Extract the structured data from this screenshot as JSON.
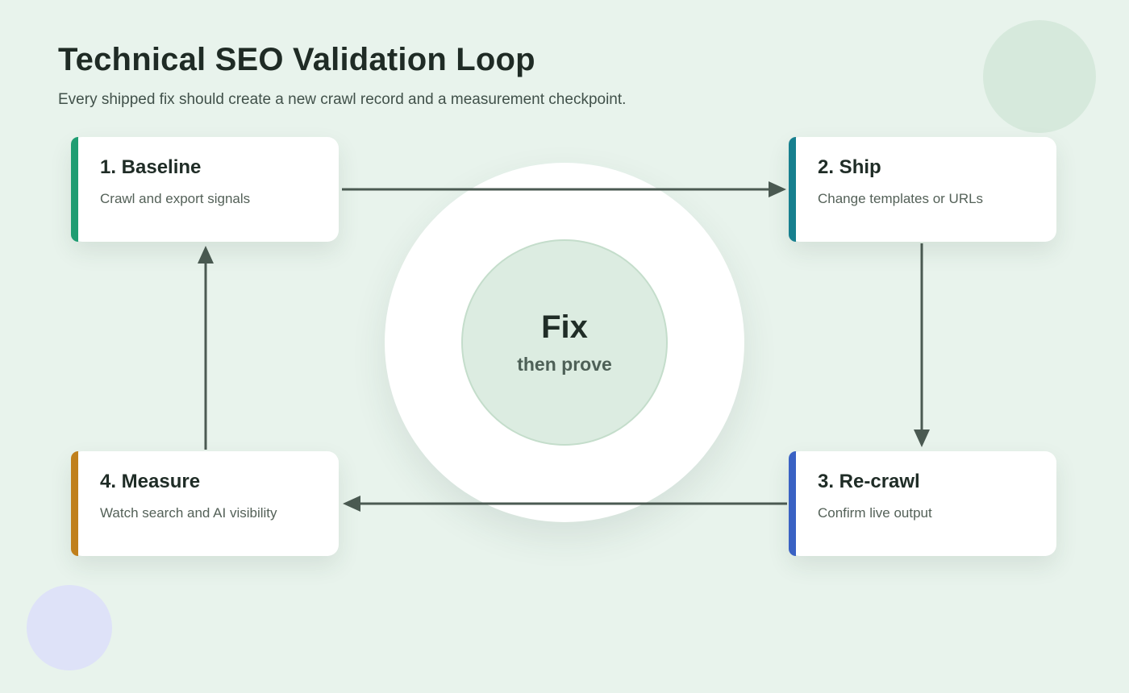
{
  "page": {
    "title": "Technical SEO Validation Loop",
    "subtitle": "Every shipped fix should create a new crawl record and a measurement checkpoint."
  },
  "center": {
    "title": "Fix",
    "subtitle": "then prove"
  },
  "cards": [
    {
      "title": "1. Baseline",
      "description": "Crawl and export signals",
      "accent": "#1f9d72"
    },
    {
      "title": "2. Ship",
      "description": "Change templates or URLs",
      "accent": "#17808f"
    },
    {
      "title": "3. Re-crawl",
      "description": "Confirm live output",
      "accent": "#3a62c4"
    },
    {
      "title": "4. Measure",
      "description": "Watch search and AI visibility",
      "accent": "#c0801c"
    }
  ],
  "colors": {
    "background": "#e8f3ec",
    "arrow": "#4b5a52",
    "deco_circle_top": "#d6e9dc",
    "deco_circle_bottom": "#dee2f8",
    "inner_circle_fill": "#dcece1",
    "inner_circle_border": "#c4ddcb"
  }
}
